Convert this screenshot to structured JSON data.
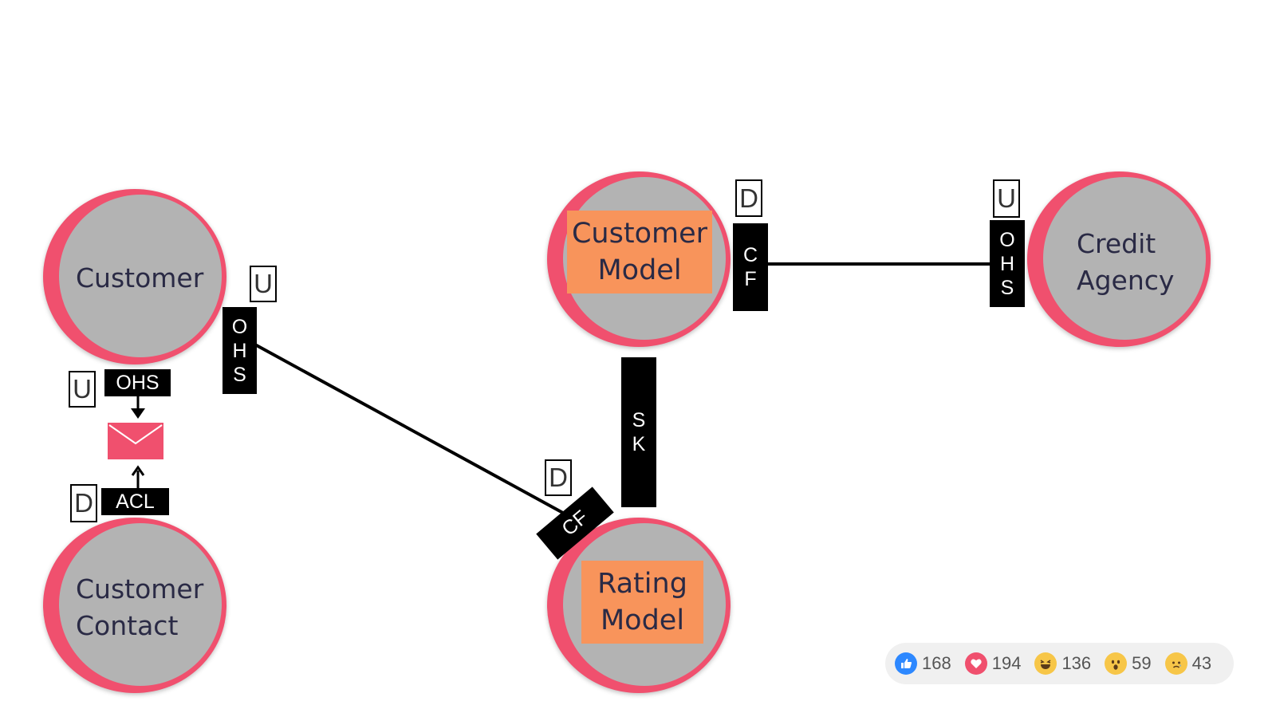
{
  "contexts": {
    "customer": {
      "label": "Customer"
    },
    "customer_contact": {
      "label": "Customer\nContact"
    },
    "customer_model": {
      "label": "Customer\nModel"
    },
    "rating_model": {
      "label": "Rating\nModel"
    },
    "credit_agency": {
      "label": "Credit\nAgency"
    }
  },
  "relations": {
    "customer_to_rating": {
      "upstream_role": "U",
      "upstream_pattern": [
        "O",
        "H",
        "S"
      ],
      "downstream_role": "D",
      "downstream_pattern": "CF"
    },
    "customer_to_contact": {
      "upstream_role": "U",
      "upstream_pattern": "OHS",
      "downstream_role": "D",
      "downstream_pattern": "ACL"
    },
    "model_to_rating": {
      "pattern": [
        "S",
        "K"
      ]
    },
    "model_to_credit": {
      "downstream_role": "D",
      "downstream_pattern": [
        "C",
        "F"
      ],
      "upstream_role": "U",
      "upstream_pattern": [
        "O",
        "H",
        "S"
      ]
    }
  },
  "reactions": [
    {
      "icon": "like-icon",
      "count": "168",
      "color": "#2d88ff"
    },
    {
      "icon": "love-icon",
      "count": "194",
      "color": "#f0506e"
    },
    {
      "icon": "haha-icon",
      "count": "136",
      "color": "#f7c648"
    },
    {
      "icon": "wow-icon",
      "count": "59",
      "color": "#f7c648"
    },
    {
      "icon": "sad-icon",
      "count": "43",
      "color": "#f7c648"
    }
  ],
  "colors": {
    "context_ring": "#f0506e",
    "context_fill": "#b3b3b3",
    "sticky": "#f8945b",
    "message": "#f0506e"
  }
}
